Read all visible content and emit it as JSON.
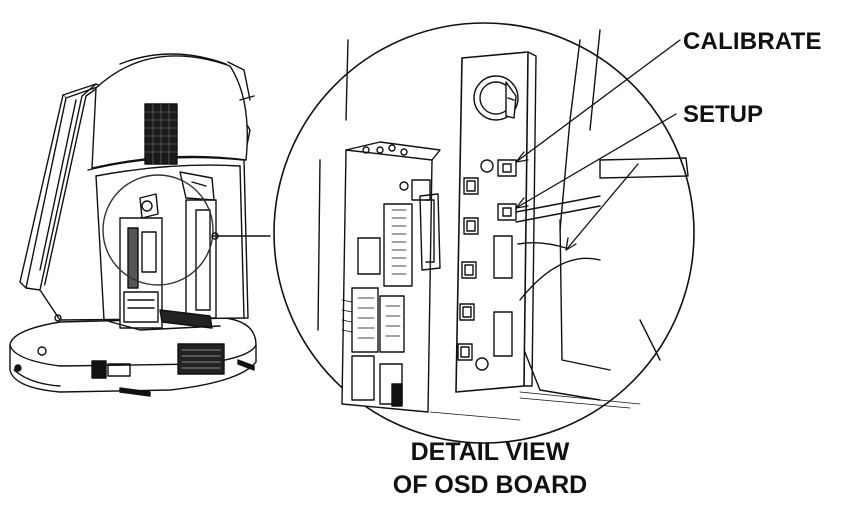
{
  "labels": {
    "calibrate": "CALIBRATE",
    "setup": "SETUP",
    "caption_line1": "DETAIL VIEW",
    "caption_line2": "OF OSD BOARD"
  },
  "colors": {
    "line": "#111111",
    "background": "#ffffff",
    "grille": "#1a1a1a"
  }
}
